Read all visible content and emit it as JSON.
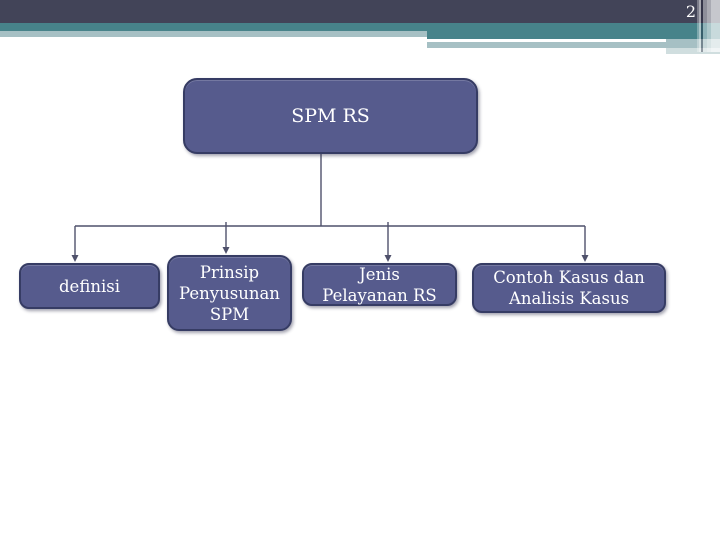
{
  "slide": {
    "page_number": "2"
  },
  "theme": {
    "header_dark": "#424458",
    "header_teal": "#47838A",
    "header_light": "#A6C0C4",
    "header_pale": "#D0DEDF",
    "box_fill": "#565B8D",
    "box_border": "#363C64",
    "connector": "#4F516B",
    "text_color": "#FFFFFF"
  },
  "diagram": {
    "root": {
      "label": "SPM RS"
    },
    "children": [
      {
        "label": "definisi",
        "lines": [
          "definisi"
        ]
      },
      {
        "label": "Prinsip Penyusunan SPM",
        "lines": [
          "Prinsip",
          "Penyusunan",
          "SPM"
        ]
      },
      {
        "label": "Jenis Pelayanan RS",
        "lines": [
          "Jenis",
          "Pelayanan RS"
        ]
      },
      {
        "label": "Contoh Kasus dan Analisis Kasus",
        "lines": [
          "Contoh Kasus dan",
          "Analisis Kasus"
        ]
      }
    ]
  }
}
